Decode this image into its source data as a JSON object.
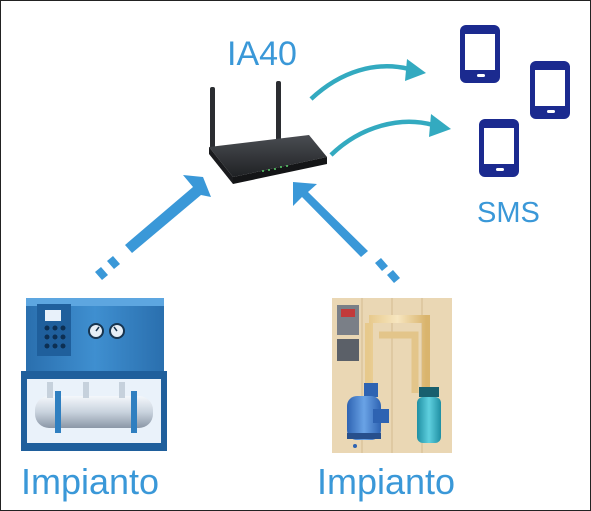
{
  "router": {
    "label": "IA40",
    "icon": "wifi-router-icon"
  },
  "notification": {
    "label": "SMS",
    "icon": "smartphone-icon",
    "phone_count": 3
  },
  "plants": [
    {
      "label": "Impianto",
      "icon": "industrial-tank-plant-icon"
    },
    {
      "label": "Impianto",
      "icon": "pump-pipework-plant-icon"
    }
  ],
  "colors": {
    "text_blue": "#3a98d8",
    "arrow_blue": "#3a98d8",
    "teal_arrow": "#33aac0",
    "phone_navy": "#1b2a8f",
    "router_body": "#2b2d31",
    "tank_blue": "#2f7fc0",
    "wood": "#ead7b4"
  }
}
